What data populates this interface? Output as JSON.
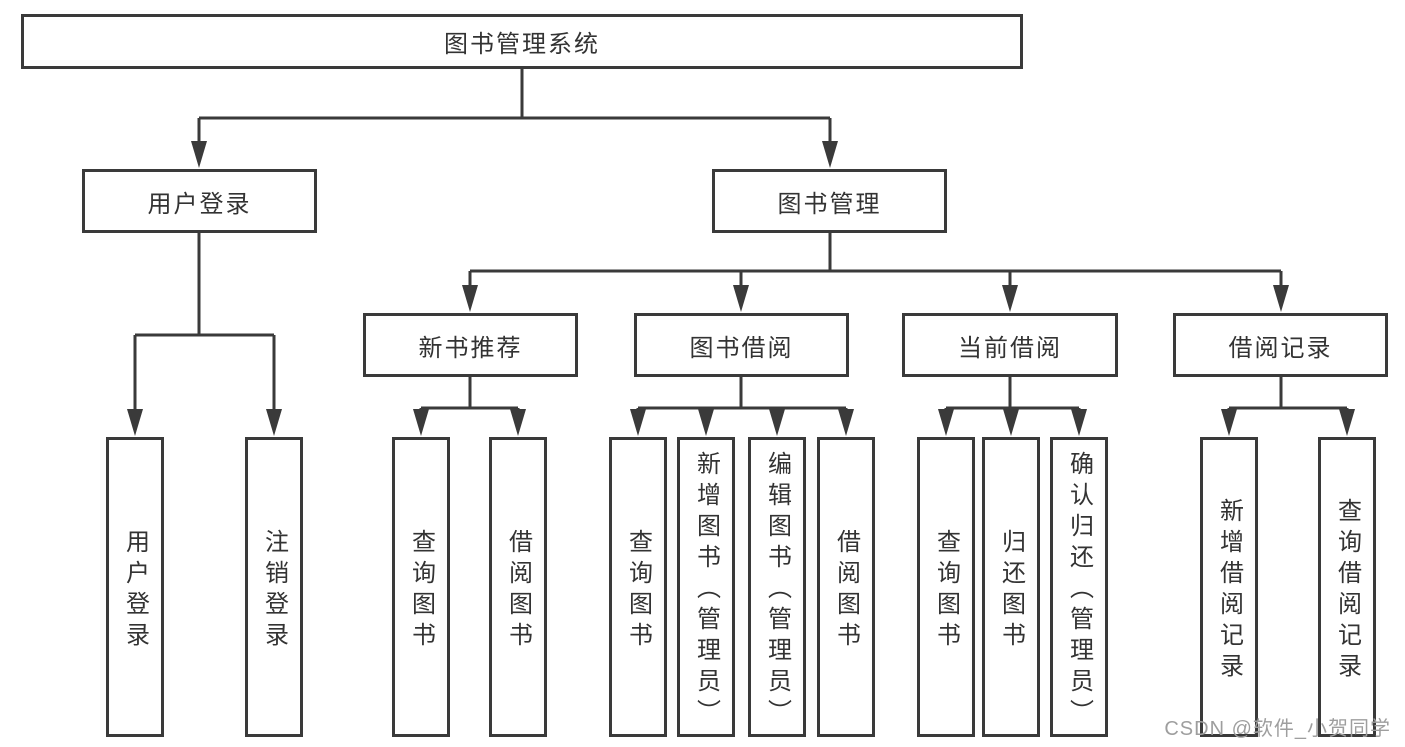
{
  "nodes": {
    "root": "图书管理系统",
    "level2": {
      "user_login": "用户登录",
      "book_mgmt": "图书管理"
    },
    "level3": {
      "new_book": "新书推荐",
      "book_borrow": "图书借阅",
      "current_borrow": "当前借阅",
      "borrow_records": "借阅记录"
    },
    "leaves": {
      "user_login": [
        "用户登录",
        "注销登录"
      ],
      "new_book": [
        "查询图书",
        "借阅图书"
      ],
      "book_borrow": [
        "查询图书",
        "新增图书（管理员）",
        "编辑图书（管理员）",
        "借阅图书"
      ],
      "current_borrow": [
        "查询图书",
        "归还图书",
        "确认归还（管理员）"
      ],
      "borrow_records": [
        "新增借阅记录",
        "查询借阅记录"
      ]
    }
  },
  "watermark": "CSDN @软件_小贺同学",
  "colors": {
    "line": "#3a3a3a",
    "text": "#333333",
    "box_fill": "#ffffff",
    "watermark": "#9e9e9e",
    "background": "#ffffff"
  }
}
